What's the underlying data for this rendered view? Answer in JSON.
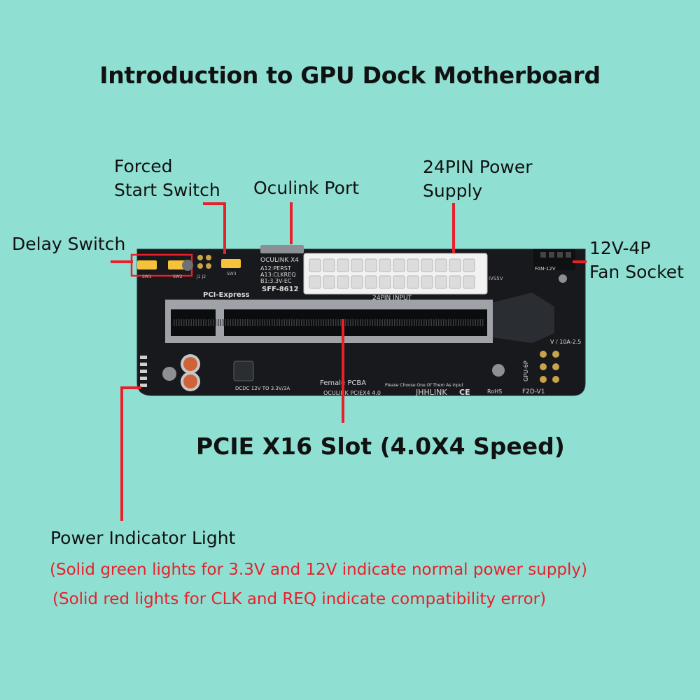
{
  "colors": {
    "background": "#8fe0d3",
    "board": "#17191c",
    "callout_line": "#e8202a",
    "note_text": "#e8202a",
    "switch": "#f5c23a",
    "connector": "#f2f2f2"
  },
  "page": {
    "title": "Introduction to GPU Dock Motherboard"
  },
  "labels": {
    "forced_start_switch": [
      "Forced",
      "Start Switch"
    ],
    "oculink_port": "Oculink Port",
    "power_supply_24pin": [
      "24PIN Power",
      "Supply"
    ],
    "delay_switch": "Delay Switch",
    "fan_socket": [
      "12V-4P",
      "Fan Socket"
    ],
    "pcie_slot": "PCIE X16 Slot (4.0X4 Speed)",
    "power_indicator": "Power Indicator Light"
  },
  "notes": {
    "green": "(Solid green lights for 3.3V and 12V indicate normal power supply)",
    "red": "(Solid red lights for CLK and REQ indicate compatibility error)"
  },
  "board_silkscreen": {
    "oculink_x4": "OCULINK X4",
    "oculink_pins": [
      "A12:PERST",
      "A13:CLKREQ",
      "B1:3.3V-EC"
    ],
    "sff": "SFF-8612",
    "pci_express": "PCI-Express",
    "input_24pin": "24PIN INPUT",
    "female_pcba": "Female PCBA",
    "oculink_pciex4": "OCULINK PCIEX4 4.0",
    "brand": "JHHLINK",
    "input_choice": "Please Choose One Of Them As Input",
    "dcdc": "DCDC 12V TO 3.3V/3A",
    "fan_12v": "FAN-12V",
    "gpu_6p": "GPU-6P",
    "f2d": "F2D-V1",
    "sw1": "SW1",
    "sw2": "SW2",
    "sw3": "SW3",
    "j1j2": "J1  J2",
    "rohs": "RoHS",
    "ce": "CE",
    "ivs5v": "IVS5V",
    "rating": "V / 10A-2.5"
  }
}
